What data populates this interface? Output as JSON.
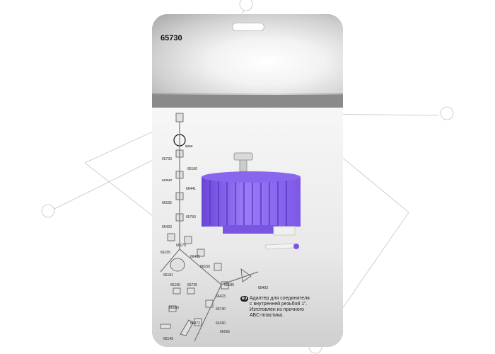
{
  "package": {
    "sku": "65730"
  },
  "diagram": {
    "labels": [
      "кран",
      "65730",
      "66160",
      "шланг",
      "66441",
      "66165",
      "65750",
      "66423",
      "66170",
      "66155",
      "66465",
      "66150",
      "66181",
      "66160",
      "65725",
      "66180",
      "66423",
      "65403",
      "66165",
      "65740",
      "65472",
      "66160",
      "66149",
      "66165"
    ]
  },
  "description": {
    "lang_badge": "RU",
    "lines": [
      "Адаптер для соединителя",
      "с внутренней резьбой 1\".",
      "Изготовлен из прочного",
      "АБС-пластика."
    ]
  },
  "colors": {
    "product": "#8e6bf2",
    "product_dark": "#6a46d8",
    "card_gray": "#a9a9a9"
  }
}
